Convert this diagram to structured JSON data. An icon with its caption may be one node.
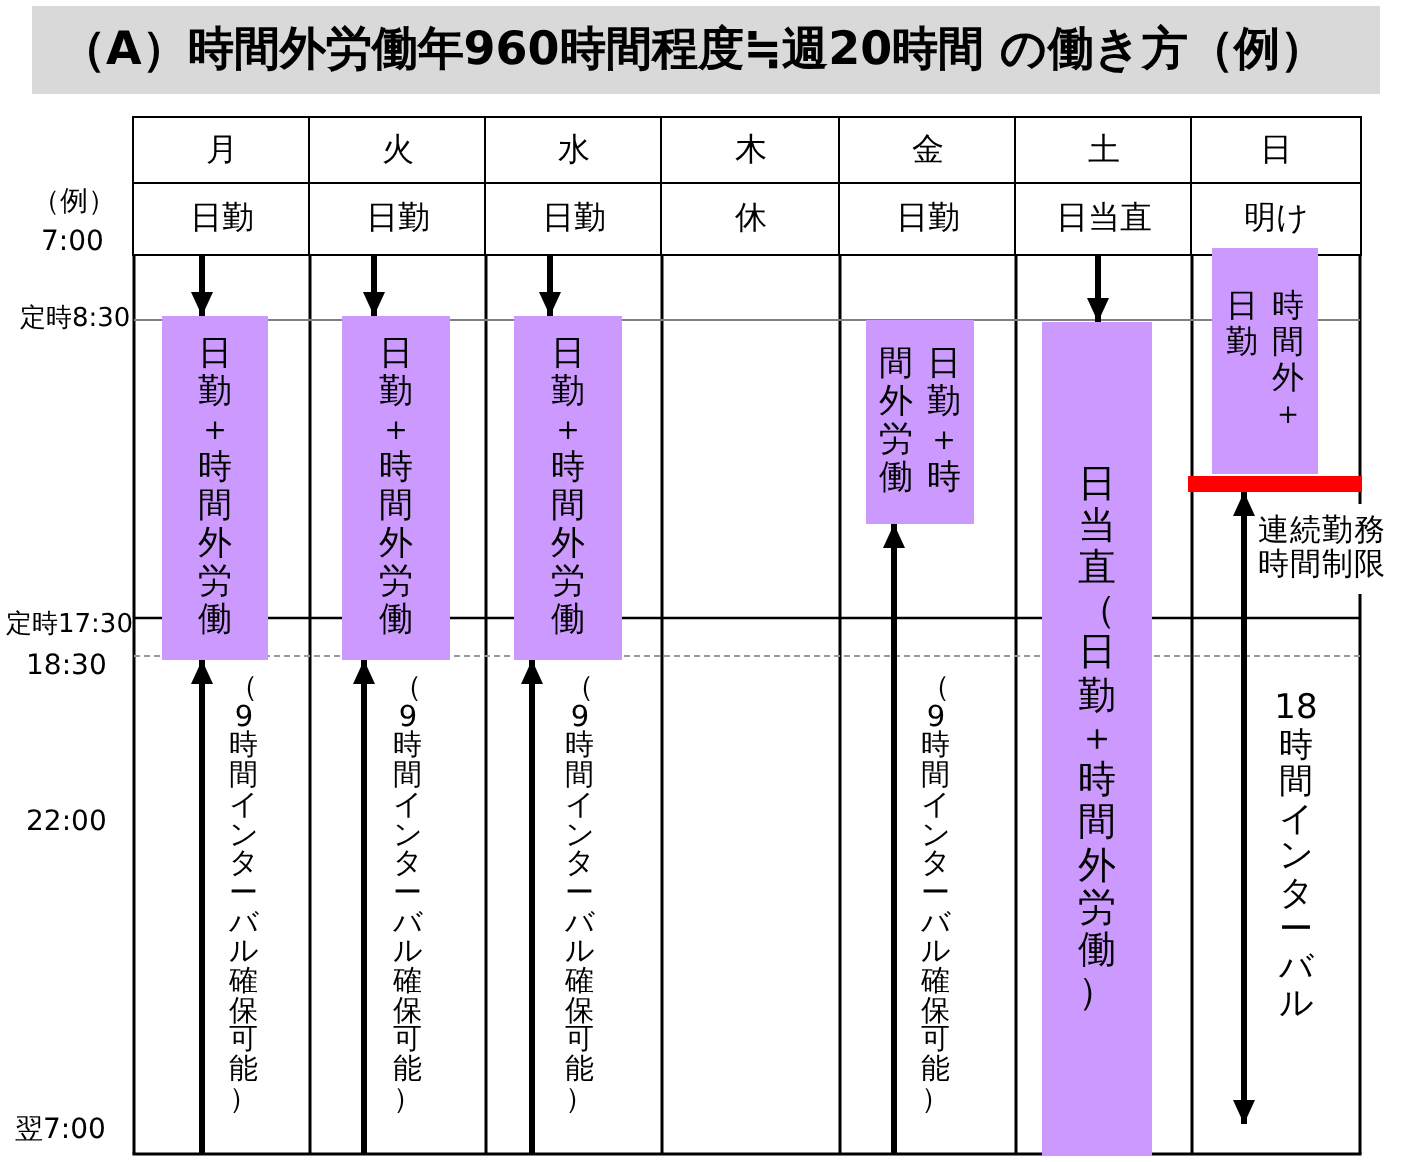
{
  "diagram": {
    "title": "（A）時間外労働年960時間程度≒週20時間 の働き方（例）",
    "nodes": [
      {
        "text": [
          "月"
        ]
      },
      {
        "text": [
          "火"
        ]
      },
      {
        "text": [
          "水"
        ]
      },
      {
        "text": [
          "木"
        ]
      },
      {
        "text": [
          "金"
        ]
      },
      {
        "text": [
          "土"
        ]
      },
      {
        "text": [
          "日"
        ]
      },
      {
        "text": [
          "日勤"
        ]
      },
      {
        "text": [
          "日勤"
        ]
      },
      {
        "text": [
          "日勤"
        ]
      },
      {
        "text": [
          "休"
        ]
      },
      {
        "text": [
          "日勤"
        ]
      },
      {
        "text": [
          "日当直"
        ]
      },
      {
        "text": [
          "明け"
        ]
      },
      {
        "text": [
          "日勤＋時間外労働"
        ]
      },
      {
        "text": [
          "日勤＋時間外労働"
        ]
      },
      {
        "text": [
          "日勤＋時間外労働"
        ]
      },
      {
        "text": [
          "日勤＋時間外労働"
        ]
      },
      {
        "text": [
          "日当直（日勤＋時間外労働）"
        ]
      },
      {
        "text": [
          "時間外＋日勤"
        ]
      },
      {
        "text": [],
        "shape": "bar",
        "beside": [
          "連続勤務時間制限"
        ]
      }
    ],
    "edges": [
      {
        "from": 7,
        "to": 14,
        "arrow": "to"
      },
      {
        "from": null,
        "to": 14,
        "arrow": "to",
        "label": "（9時間インターバル確保可能）"
      },
      {
        "from": 8,
        "to": 15,
        "arrow": "to"
      },
      {
        "from": null,
        "to": 15,
        "arrow": "to",
        "label": "（9時間インターバル確保可能）"
      },
      {
        "from": 9,
        "to": 16,
        "arrow": "to"
      },
      {
        "from": null,
        "to": 16,
        "arrow": "to",
        "label": "（9時間インターバル確保可能）"
      },
      {
        "from": null,
        "to": 17,
        "arrow": "to",
        "label": "（9時間インターバル確保可能）"
      },
      {
        "from": 12,
        "to": 18,
        "arrow": "to"
      },
      {
        "from": 20,
        "to": null,
        "arrow": "both",
        "label": "18時間インターバル"
      }
    ],
    "labels": [
      "（例）",
      "7:00",
      "定時8:30",
      "定時17:30",
      "18:30",
      "22:00",
      "翌7:00"
    ]
  }
}
